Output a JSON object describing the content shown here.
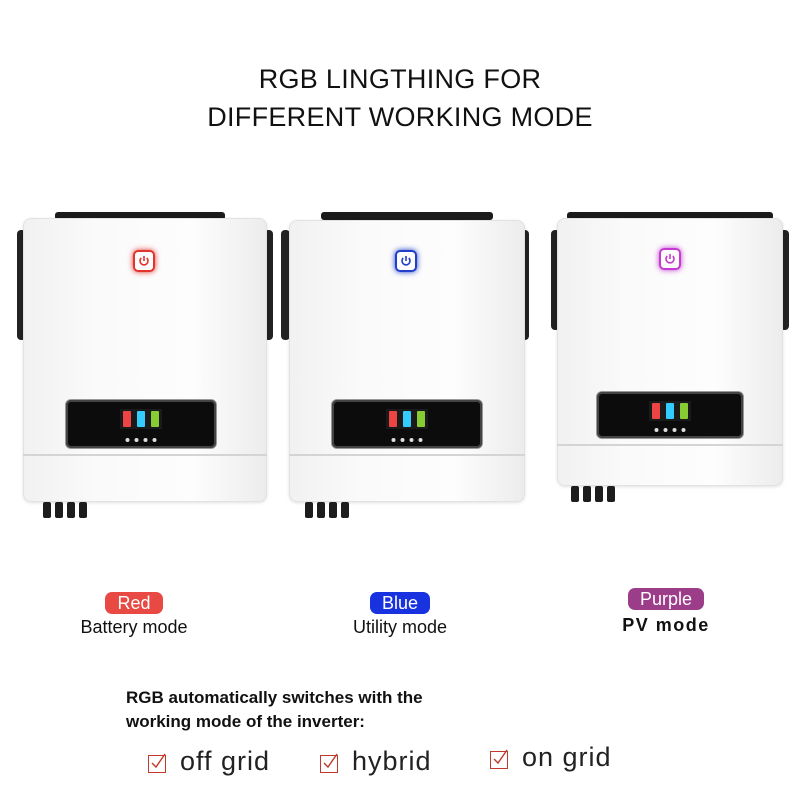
{
  "title": {
    "line1": "RGB LINGTHING FOR",
    "line2": "DIFFERENT WORKING MODE"
  },
  "units": [
    {
      "led_color": "#e0342c",
      "led_icon": "power-icon"
    },
    {
      "led_color": "#1f3fc8",
      "led_icon": "power-icon"
    },
    {
      "led_color": "#c53ad0",
      "led_icon": "power-icon"
    }
  ],
  "modes": [
    {
      "color_label": "Red",
      "pill_color": "#e84a43",
      "mode_label": "Battery mode"
    },
    {
      "color_label": "Blue",
      "pill_color": "#1832e0",
      "mode_label": "Utility mode"
    },
    {
      "color_label": "Purple",
      "pill_color": "#9c3d8a",
      "mode_label": "PV mode"
    }
  ],
  "note": {
    "line1": "RGB automatically switches with the",
    "line2": "working mode of the inverter:"
  },
  "options": [
    {
      "label": "off grid",
      "icon": "checkmark-icon"
    },
    {
      "label": "hybrid",
      "icon": "checkmark-icon"
    },
    {
      "label": "on grid",
      "icon": "checkmark-icon"
    }
  ],
  "colors": {
    "checkbox": "#c0392b"
  }
}
